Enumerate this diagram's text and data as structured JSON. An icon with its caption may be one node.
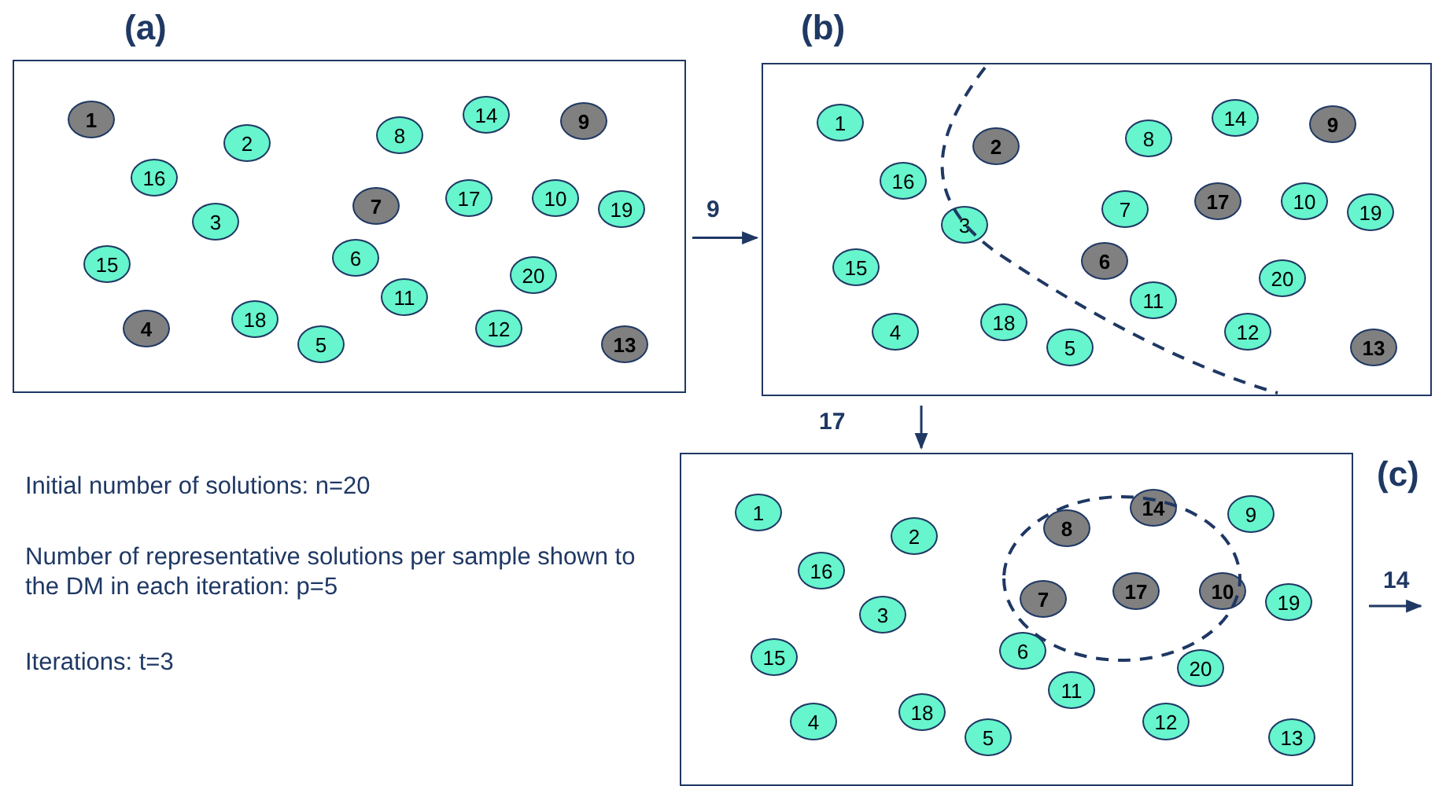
{
  "diagram": {
    "nodes": [
      {
        "text": [
          "(a)"
        ]
      },
      {
        "text": [
          "1"
        ],
        "in": 0
      },
      {
        "text": [
          "2"
        ],
        "in": 0
      },
      {
        "text": [
          "3"
        ],
        "in": 0
      },
      {
        "text": [
          "4"
        ],
        "in": 0
      },
      {
        "text": [
          "5"
        ],
        "in": 0
      },
      {
        "text": [
          "6"
        ],
        "in": 0
      },
      {
        "text": [
          "7"
        ],
        "in": 0
      },
      {
        "text": [
          "8"
        ],
        "in": 0
      },
      {
        "text": [
          "9"
        ],
        "in": 0
      },
      {
        "text": [
          "10"
        ],
        "in": 0
      },
      {
        "text": [
          "11"
        ],
        "in": 0
      },
      {
        "text": [
          "12"
        ],
        "in": 0
      },
      {
        "text": [
          "13"
        ],
        "in": 0
      },
      {
        "text": [
          "14"
        ],
        "in": 0
      },
      {
        "text": [
          "15"
        ],
        "in": 0
      },
      {
        "text": [
          "16"
        ],
        "in": 0
      },
      {
        "text": [
          "17"
        ],
        "in": 0
      },
      {
        "text": [
          "18"
        ],
        "in": 0
      },
      {
        "text": [
          "19"
        ],
        "in": 0
      },
      {
        "text": [
          "20"
        ],
        "in": 0
      },
      {
        "text": [
          "(b)"
        ]
      },
      {
        "text": [
          "1"
        ],
        "in": 21
      },
      {
        "text": [
          "2"
        ],
        "in": 21
      },
      {
        "text": [
          "3"
        ],
        "in": 21
      },
      {
        "text": [
          "4"
        ],
        "in": 21
      },
      {
        "text": [
          "5"
        ],
        "in": 21
      },
      {
        "text": [
          "6"
        ],
        "in": 21
      },
      {
        "text": [
          "7"
        ],
        "in": 21
      },
      {
        "text": [
          "8"
        ],
        "in": 21
      },
      {
        "text": [
          "9"
        ],
        "in": 21
      },
      {
        "text": [
          "10"
        ],
        "in": 21
      },
      {
        "text": [
          "11"
        ],
        "in": 21
      },
      {
        "text": [
          "12"
        ],
        "in": 21
      },
      {
        "text": [
          "13"
        ],
        "in": 21
      },
      {
        "text": [
          "14"
        ],
        "in": 21
      },
      {
        "text": [
          "15"
        ],
        "in": 21
      },
      {
        "text": [
          "16"
        ],
        "in": 21
      },
      {
        "text": [
          "17"
        ],
        "in": 21
      },
      {
        "text": [
          "18"
        ],
        "in": 21
      },
      {
        "text": [
          "19"
        ],
        "in": 21
      },
      {
        "text": [
          "20"
        ],
        "in": 21
      },
      {
        "text": [
          "(c)"
        ]
      },
      {
        "text": [
          "1"
        ],
        "in": 42
      },
      {
        "text": [
          "2"
        ],
        "in": 42
      },
      {
        "text": [
          "3"
        ],
        "in": 42
      },
      {
        "text": [
          "4"
        ],
        "in": 42
      },
      {
        "text": [
          "5"
        ],
        "in": 42
      },
      {
        "text": [
          "6"
        ],
        "in": 42
      },
      {
        "text": [
          "7"
        ],
        "in": 42
      },
      {
        "text": [
          "8"
        ],
        "in": 42
      },
      {
        "text": [
          "9"
        ],
        "in": 42
      },
      {
        "text": [
          "10"
        ],
        "in": 42
      },
      {
        "text": [
          "11"
        ],
        "in": 42
      },
      {
        "text": [
          "12"
        ],
        "in": 42
      },
      {
        "text": [
          "13"
        ],
        "in": 42
      },
      {
        "text": [
          "14"
        ],
        "in": 42
      },
      {
        "text": [
          "15"
        ],
        "in": 42
      },
      {
        "text": [
          "16"
        ],
        "in": 42
      },
      {
        "text": [
          "17"
        ],
        "in": 42
      },
      {
        "text": [
          "18"
        ],
        "in": 42
      },
      {
        "text": [
          "19"
        ],
        "in": 42
      },
      {
        "text": [
          "20"
        ],
        "in": 42
      }
    ],
    "edges": [
      {
        "from": 0,
        "to": 21,
        "arrow": "to",
        "label": "9"
      },
      {
        "from": 21,
        "to": 42,
        "arrow": "to",
        "label": "17"
      },
      {
        "from": 42,
        "to": null,
        "arrow": "to",
        "label": "14"
      }
    ],
    "labels": [
      "Initial number of solutions: n=20",
      "Number of representative solutions per sample shown to the DM in each iteration: p=5",
      "Iterations: t=3"
    ]
  }
}
